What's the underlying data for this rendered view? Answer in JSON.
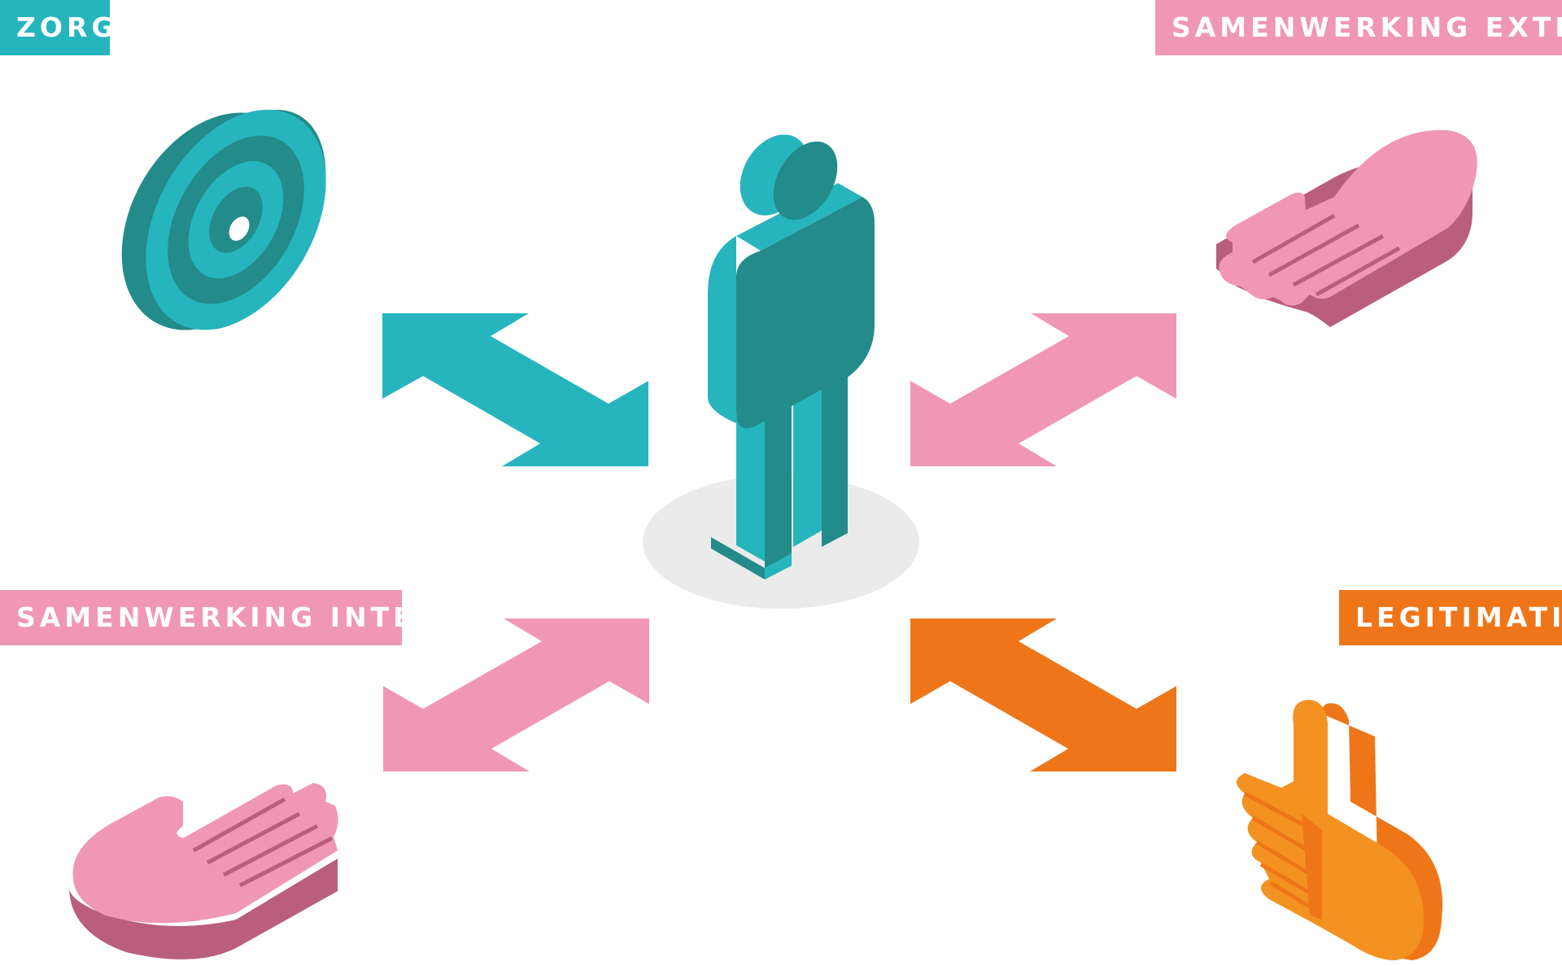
{
  "labels": {
    "zorg": "ZORG",
    "samenwerking_extern": "SAMENWERKING EXTERN",
    "samenwerking_intern": "SAMENWERKING INTERN",
    "legitimatie": "LEGITIMATIE"
  },
  "colors": {
    "teal": "#26b5bd",
    "teal_dark": "#238b8a",
    "pink": "#f097b6",
    "pink_dark": "#b95e7d",
    "orange": "#ee7619",
    "orange_light": "#f39220",
    "shadow": "#ebebeb"
  },
  "icons": [
    "target-icon",
    "person-icon",
    "open-hand-icon",
    "thumbs-up-icon"
  ]
}
